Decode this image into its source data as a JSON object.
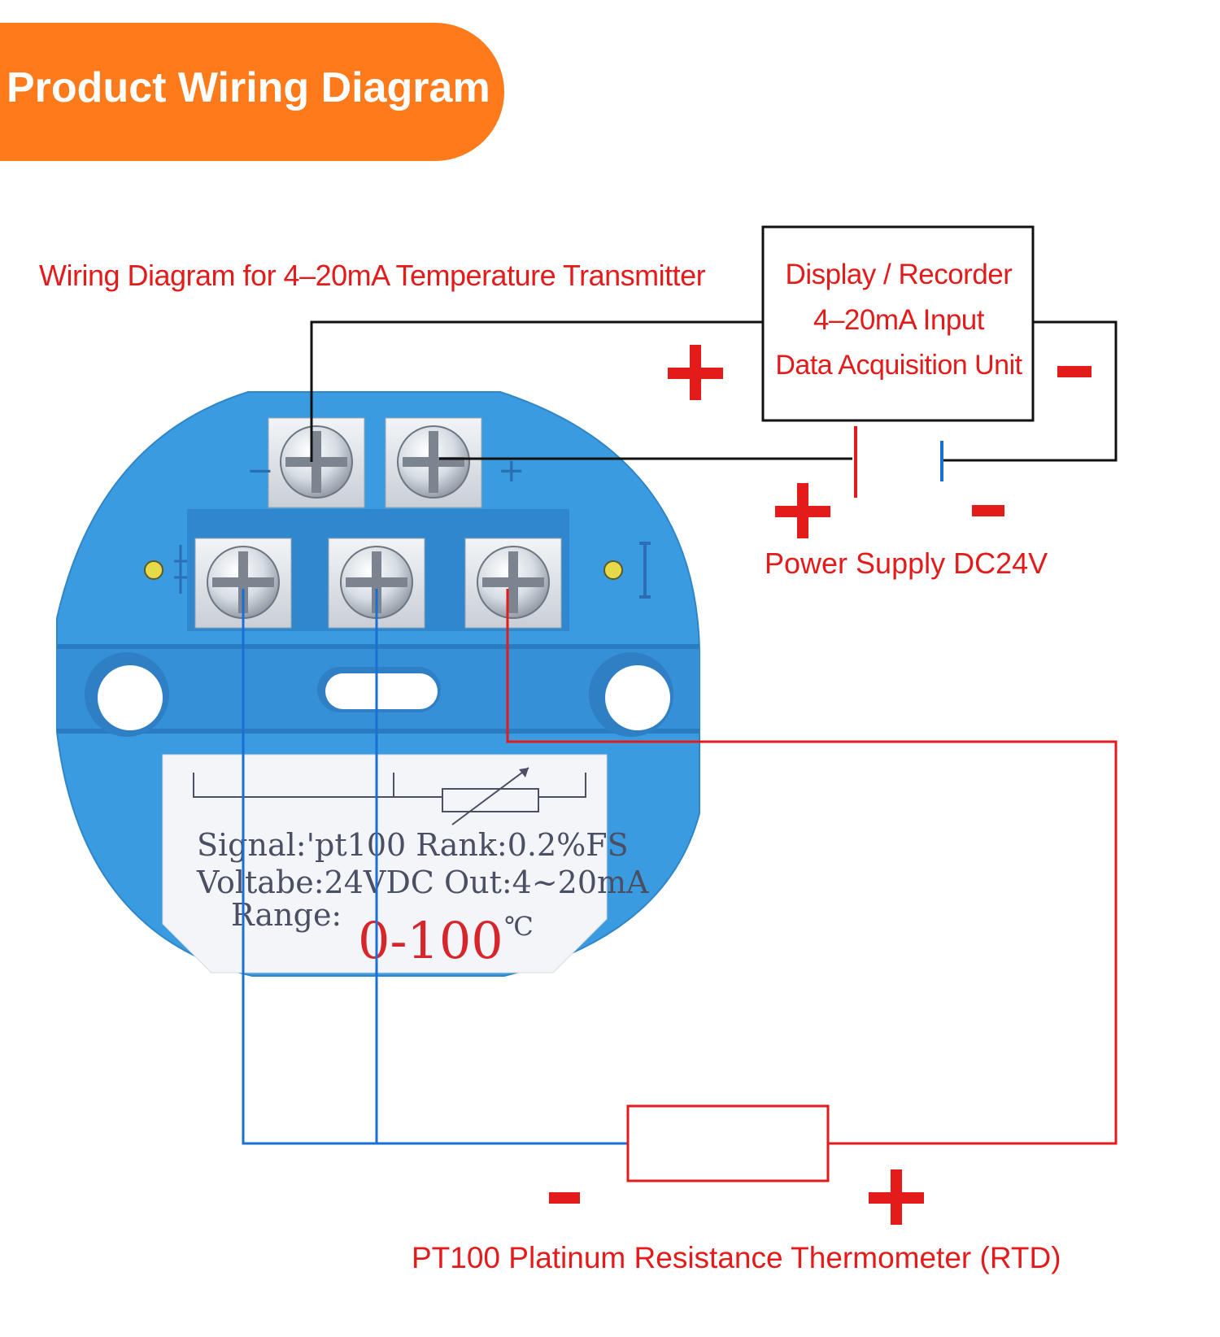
{
  "header": {
    "title": "Product Wiring Diagram"
  },
  "diagram": {
    "subtitle": "Wiring Diagram for 4–20mA Temperature Transmitter",
    "display_box": {
      "line1": "Display / Recorder",
      "line2": "4–20mA Input",
      "line3": "Data Acquisition Unit"
    },
    "power_supply_label": "Power Supply DC24V",
    "rtd_label": "PT100 Platinum Resistance Thermometer (RTD)"
  },
  "transmitter_label": {
    "line1": "Signal:'pt100 Rank:0.2%FS",
    "line2": "Voltabe:24VDC Out:4~20mA",
    "range_label": "Range:",
    "range_value": "0-100",
    "range_unit": "℃"
  },
  "terminals": {
    "minus": "−",
    "plus": "+"
  },
  "colors": {
    "banner": "#ff7a1a",
    "red": "#e31b1b",
    "blue_wire": "#1a6fd6",
    "body_blue": "#3b9be0",
    "black_wire": "#111111"
  }
}
